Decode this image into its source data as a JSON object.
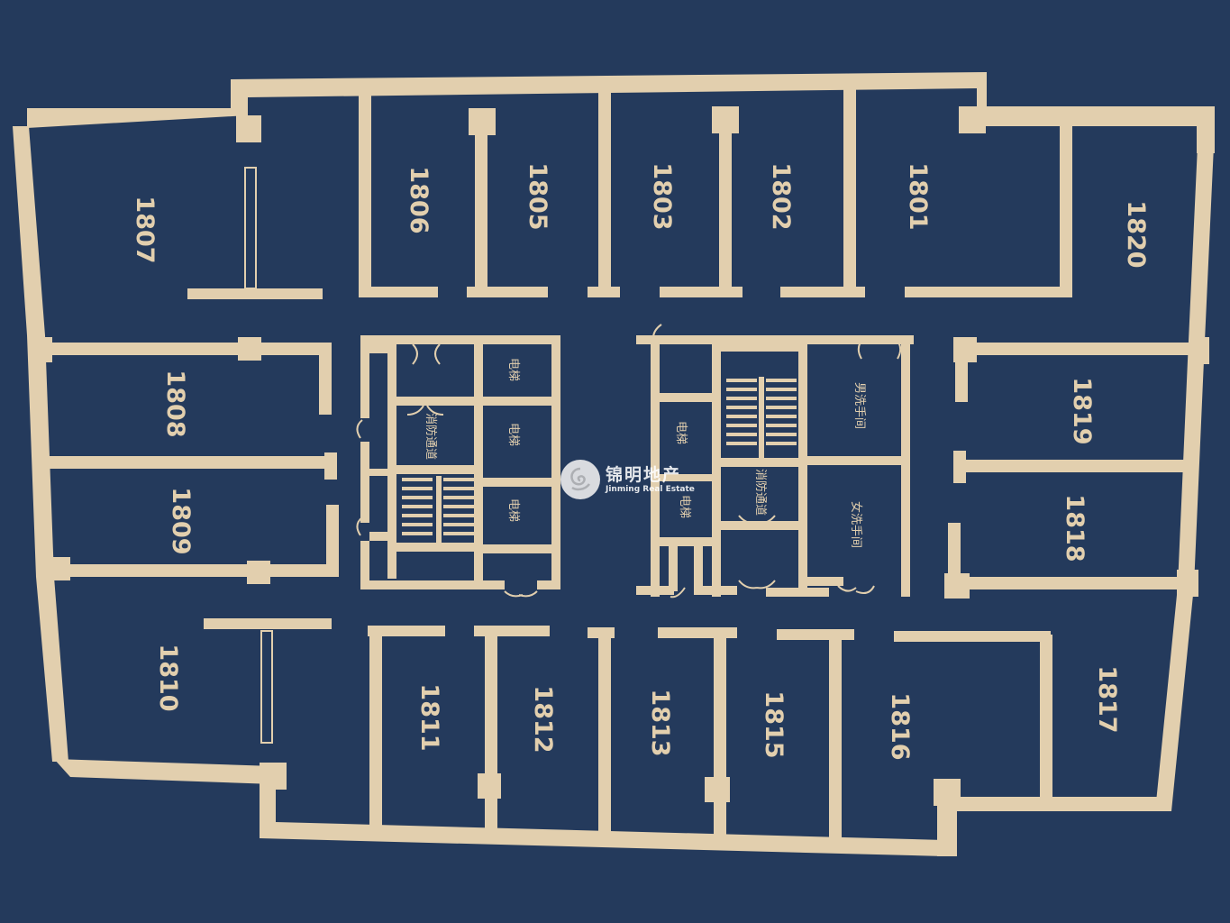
{
  "colors": {
    "background": "#243a5c",
    "walls": "#e2cfae",
    "watermark": "#ffffff"
  },
  "rooms": {
    "r1801": "1801",
    "r1802": "1802",
    "r1803": "1803",
    "r1805": "1805",
    "r1806": "1806",
    "r1807": "1807",
    "r1808": "1808",
    "r1809": "1809",
    "r1810": "1810",
    "r1811": "1811",
    "r1812": "1812",
    "r1813": "1813",
    "r1815": "1815",
    "r1816": "1816",
    "r1817": "1817",
    "r1818": "1818",
    "r1819": "1819",
    "r1820": "1820"
  },
  "facilities": {
    "elevator": "电梯",
    "fire_passage": "消防通道",
    "mens_restroom": "男洗手间",
    "womens_restroom": "女洗手间"
  },
  "watermark": {
    "logo_icon": "swirl-logo-icon",
    "cn": "锦明地产",
    "en": "Jinming Real Estate"
  }
}
